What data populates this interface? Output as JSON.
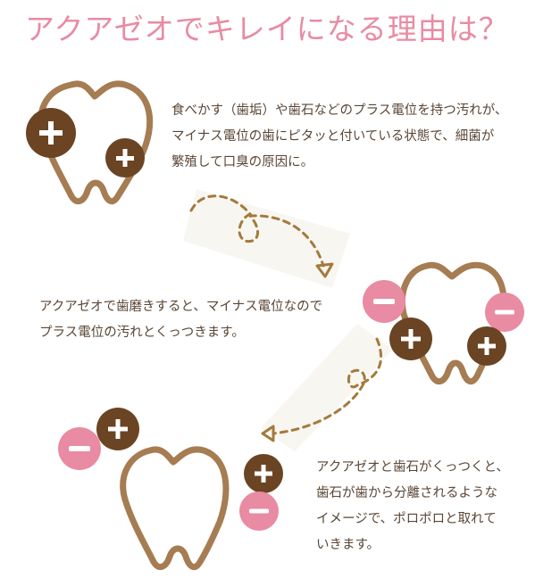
{
  "title": "アクアゼオでキレイになる理由は？",
  "steps": [
    {
      "lines": [
        "食べかす（歯垢）や歯石などのプラス電位を持つ汚れが、",
        "マイナス電位の歯にピタッと付いている状態で、細菌が",
        "繁殖して口臭の原因に。"
      ]
    },
    {
      "lines": [
        "アクアゼオで歯磨きすると、マイナス電位なので",
        "プラス電位の汚れとくっつきます。"
      ]
    },
    {
      "lines": [
        "アクアゼオと歯石がくっつくと、",
        "歯石が歯から分離されるような",
        "イメージで、ポロポロと取れて",
        "いきます。"
      ]
    }
  ],
  "symbols": {
    "plus": "+",
    "minus": "−"
  },
  "colors": {
    "title": "#e88ba3",
    "text": "#5a4636",
    "tooth_outline": "#a67c52",
    "plus_charge": "#6b4423",
    "minus_charge": "#e88ba3",
    "arrow": "#a47a3c",
    "arrow_band": "#f8f6f1"
  }
}
